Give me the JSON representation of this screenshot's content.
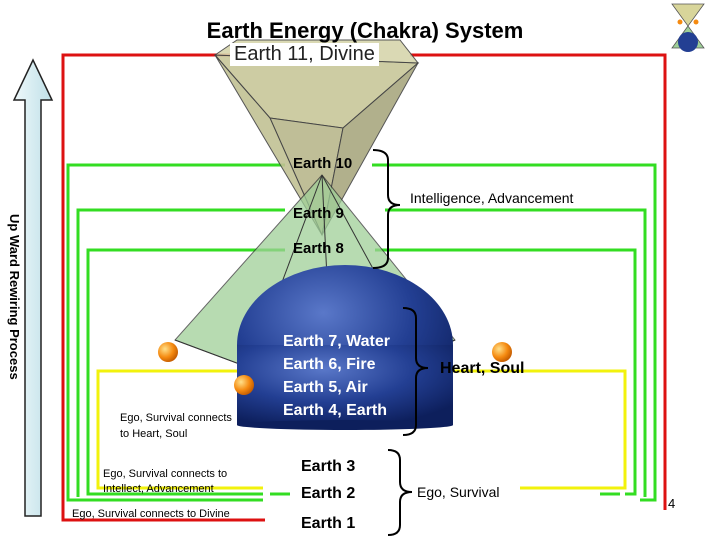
{
  "title": "Earth Energy (Chakra) System",
  "subtitle": "Earth 11, Divine",
  "side_label": "Up Ward Rewiring Process",
  "levels": {
    "earth10": "Earth 10",
    "earth9": "Earth 9",
    "earth8": "Earth 8",
    "middle": [
      "Earth 7, Water",
      "Earth 6, Fire",
      "Earth 5, Air",
      "Earth 4, Earth"
    ],
    "earth3": "Earth 3",
    "earth2": "Earth 2",
    "earth1": "Earth 1"
  },
  "groups": {
    "upper": "Intelligence, Advancement",
    "middle": "Heart, Soul",
    "lower": "Ego, Survival"
  },
  "notes": {
    "heart": [
      "Ego, Survival connects",
      "to Heart, Soul"
    ],
    "intellect": [
      "Ego, Survival connects to",
      "Intellect, Advancement"
    ],
    "divine": "Ego, Survival connects to Divine"
  },
  "page_number": "4",
  "colors": {
    "red": "#dd1111",
    "green": "#33dd22",
    "yellow": "#f2f20c",
    "sphere": "#1a2f7a",
    "cone_top": "#c8c79a",
    "cone_mid": "#9fcf98",
    "arrow": "#cfe9ee"
  }
}
